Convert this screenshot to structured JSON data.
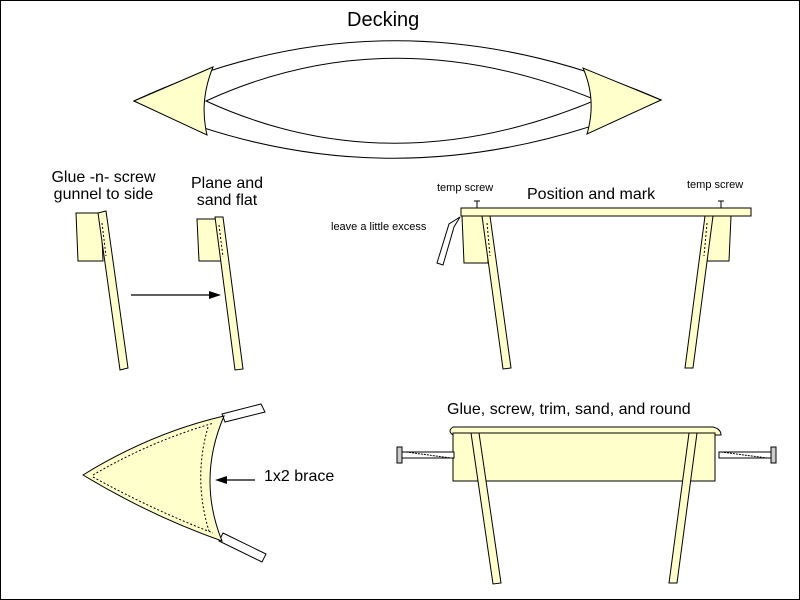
{
  "title": "Decking",
  "labels": {
    "glue_screw": [
      "Glue -n- screw",
      "gunnel to side"
    ],
    "plane_sand": [
      "Plane and",
      "sand flat"
    ],
    "position_mark": "Position and mark",
    "temp_screw_left": "temp screw",
    "temp_screw_right": "temp screw",
    "leave_excess": "leave a little excess",
    "glue_trim": "Glue, screw, trim, sand, and round",
    "brace": "1x2 brace"
  },
  "colors": {
    "wood": "#ffffcc",
    "line": "#000000",
    "background": "#ffffff"
  }
}
